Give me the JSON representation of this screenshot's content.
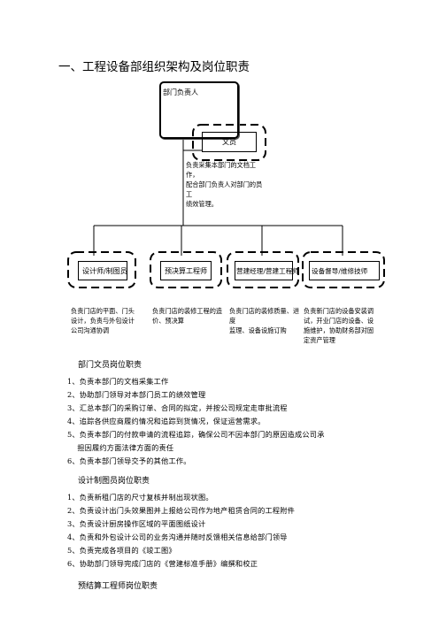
{
  "page_heading": "一、工程设备部组织架构及岗位职责",
  "org": {
    "head": {
      "label": "部门负责人"
    },
    "clerk": {
      "label": "文员",
      "desc_lines": [
        "负责采集本部门的文档工作，",
        "配合部门负责人对部门的员工",
        "绩效管理。"
      ]
    },
    "units": [
      {
        "label": "设计师/制图员",
        "desc_lines": [
          "负责门店的平面、门头",
          "设计，负责与外包设计",
          "公司沟通协调"
        ]
      },
      {
        "label": "预决算工程师",
        "desc_lines": [
          "负责门店的装修工程的造",
          "价、预决算"
        ]
      },
      {
        "label": "营建经理/营建工程师",
        "desc_lines": [
          "负责门店的装修质量、进度",
          "监理、设备设施订购"
        ]
      },
      {
        "label": "设备督导/维修技师",
        "desc_lines": [
          "负责新门店的设备安装调",
          "试，开业门店的设备、设",
          "施维护，协助财务部对固",
          "定资产管理"
        ]
      }
    ]
  },
  "sections": [
    {
      "title": "部门文员岗位职责",
      "items": [
        "1、负责本部门的文档采集工作",
        "2、协助部门领导对本部门员工的绩效管理",
        "3、汇总本部门的采购订单、合同的拟定，并按公司规定走审批流程",
        "4、追踪各供应商履约情况和追踪到货情况，保证运营需求。",
        "5、负责本部门的付款申请的流程追踪，确保公司不因本部门的原因造成公司承",
        "    担因履约方面法律方面的责任",
        "6、负责本部门领导交予的其他工作。"
      ]
    },
    {
      "title": "设计制图员岗位职责",
      "items": [
        "1、负责新租门店的尺寸复核并制出现状图。",
        "2、负责设计出门头效果图并上报给公司作为地产租赁合同的工程附件",
        "3、负责设计厨房操作区域的平面图纸设计",
        "4、负责和外包设计公司的业务沟通并随时反馈相关信息给部门领导",
        "5、负责完成各项目的《竣工图》",
        "6、协助部门领导完成门店的《营建标准手册》编撰和校正"
      ]
    },
    {
      "title": "预结算工程师岗位职责",
      "items": []
    }
  ]
}
